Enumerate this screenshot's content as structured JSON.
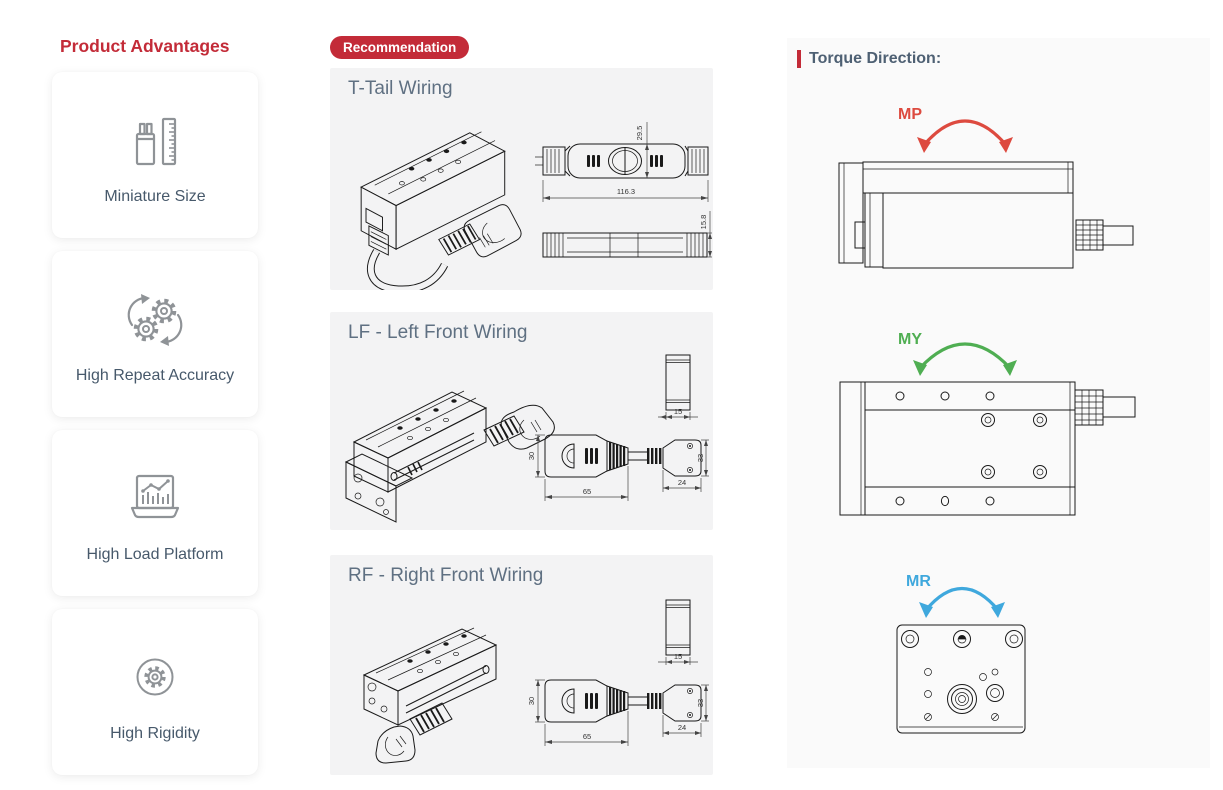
{
  "colors": {
    "accent_red": "#c32b38",
    "mp_red": "#dd4a3f",
    "my_green": "#4fae52",
    "mr_blue": "#3fa8dd"
  },
  "advantages": {
    "title": "Product Advantages",
    "cards": [
      {
        "label": "Miniature Size",
        "icon": "miniature-size-icon"
      },
      {
        "label": "High Repeat Accuracy",
        "icon": "gears-sync-icon"
      },
      {
        "label": "High Load Platform",
        "icon": "chart-laptop-icon"
      },
      {
        "label": "High Rigidity",
        "icon": "gear-circle-icon"
      }
    ]
  },
  "recommendation": {
    "badge_label": "Recommendation",
    "panels": [
      {
        "title": "T-Tail Wiring",
        "dims": {
          "connector_height": "29.5",
          "connector_length": "116.3",
          "profile_height": "15.8"
        }
      },
      {
        "title": "LF - Left Front Wiring",
        "dims": {
          "end_width": "15",
          "shell_height": "30",
          "shell_length": "65",
          "plug_width": "24",
          "plug_height": "33"
        }
      },
      {
        "title": "RF - Right Front Wiring",
        "dims": {
          "end_width": "15",
          "shell_height": "30",
          "shell_length": "65",
          "plug_width": "24",
          "plug_height": "33"
        }
      }
    ]
  },
  "torque": {
    "title": "Torque Direction:",
    "items": [
      {
        "label": "MP",
        "color": "#dd4a3f"
      },
      {
        "label": "MY",
        "color": "#4fae52"
      },
      {
        "label": "MR",
        "color": "#3fa8dd"
      }
    ]
  }
}
